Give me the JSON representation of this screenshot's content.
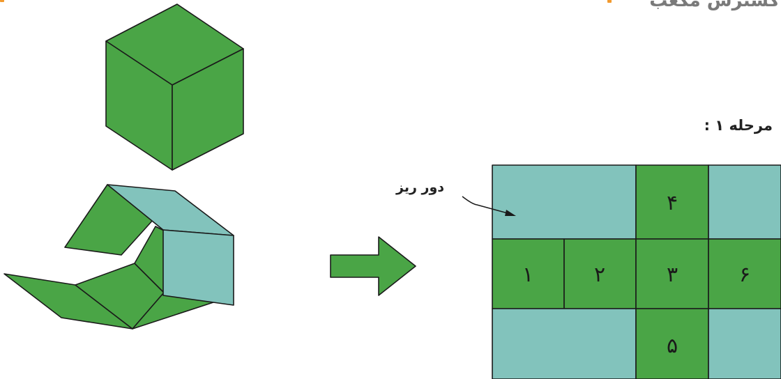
{
  "title": "گسترش مکعب",
  "step_label": "مرحله ۱ :",
  "callout_label": "دور ریز",
  "net_cells": {
    "c1": "۱",
    "c2": "۲",
    "c3": "۳",
    "c4": "۴",
    "c5": "۵",
    "c6": "۶"
  },
  "colors": {
    "face_green": "#4aa546",
    "waste_teal": "#82c3bc",
    "accent_orange": "#f29a2e",
    "title_gray": "#7a7a7a"
  }
}
